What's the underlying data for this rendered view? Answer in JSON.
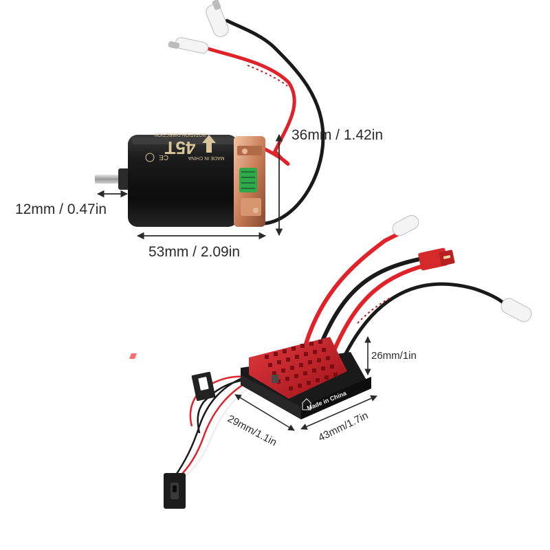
{
  "motor": {
    "label_turns": "45T",
    "label_direction": "ROTATION DIRECTION",
    "label_origin": "MADE IN CHINA",
    "label_cert": "CE",
    "dim_diameter": "36mm / 1.42in",
    "dim_shaft": "12mm / 0.47in",
    "dim_length": "53mm / 2.09in"
  },
  "esc": {
    "label_origin": "Made in China",
    "dim_height": "26mm/1in",
    "dim_width": "29mm/1.1in",
    "dim_length": "43mm/1.7in"
  },
  "colors": {
    "motor_can": "#141414",
    "heatsink": "#c8202a",
    "wire_red": "#e0232b",
    "wire_black": "#1a1a1a",
    "connector_red": "#d42a2a",
    "dim_arrow": "#2a2a2a"
  }
}
